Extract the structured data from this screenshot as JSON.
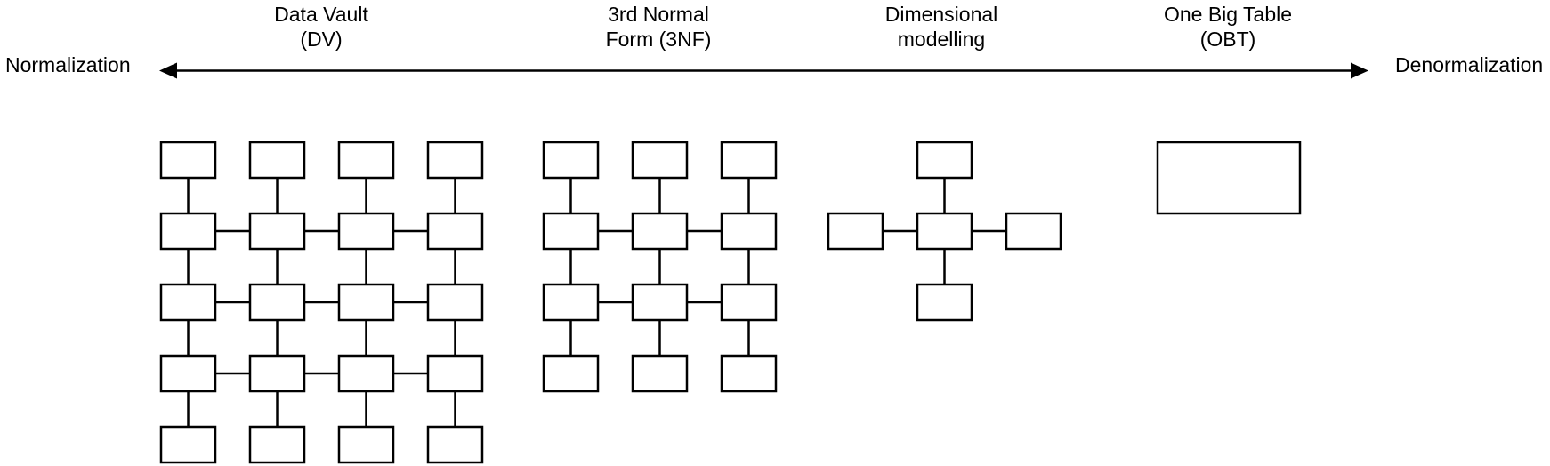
{
  "page": {
    "background_color": "#ffffff",
    "ink_color": "#000000"
  },
  "spectrum_axis": {
    "left_label": "Normalization",
    "right_label": "Denormalization",
    "style": "double-headed-arrow"
  },
  "approaches": [
    {
      "label_lines": [
        "Data Vault",
        "(DV)"
      ],
      "schema": {
        "type": "grid",
        "columns": 4,
        "rows": 5,
        "horizontally_linked_rows": [
          2,
          3,
          4
        ]
      }
    },
    {
      "label_lines": [
        "3rd Normal",
        "Form (3NF)"
      ],
      "schema": {
        "type": "grid",
        "columns": 3,
        "rows": 4,
        "horizontally_linked_rows": [
          2,
          3
        ]
      }
    },
    {
      "label_lines": [
        "Dimensional",
        "modelling"
      ],
      "schema": {
        "type": "star",
        "center_tables": 1,
        "satellite_tables": 4
      }
    },
    {
      "label_lines": [
        "One Big Table",
        "(OBT)"
      ],
      "schema": {
        "type": "single",
        "tables": 1
      }
    }
  ]
}
